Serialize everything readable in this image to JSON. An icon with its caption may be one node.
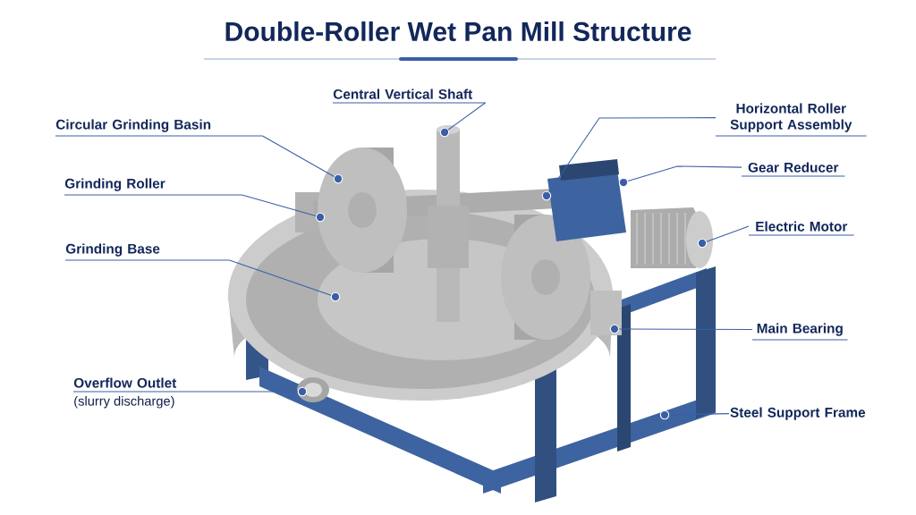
{
  "diagram": {
    "title": "Double-Roller Wet Pan Mill Structure",
    "nodes": [
      {
        "text": [
          "Central Vertical Shaft"
        ]
      },
      {
        "text": [
          "Circular Grinding Basin"
        ]
      },
      {
        "text": [
          "Horizontal Roller Support Assembly"
        ]
      },
      {
        "text": [
          "Gear Reducer"
        ]
      },
      {
        "text": [
          "Grinding Roller"
        ]
      },
      {
        "text": [
          "Electric Motor"
        ]
      },
      {
        "text": [
          "Grinding Base"
        ]
      },
      {
        "text": [
          "Main Bearing"
        ]
      },
      {
        "text": [
          "Overflow Outlet",
          "(slurry discharge)"
        ]
      },
      {
        "text": [
          "Steel Support Frame"
        ]
      },
      {
        "text": [],
        "shape": "circle"
      },
      {
        "text": [],
        "shape": "circle"
      },
      {
        "text": [],
        "shape": "circle"
      },
      {
        "text": [],
        "shape": "circle"
      },
      {
        "text": [],
        "shape": "circle"
      },
      {
        "text": [],
        "shape": "circle"
      },
      {
        "text": [],
        "shape": "circle"
      },
      {
        "text": [],
        "shape": "circle"
      },
      {
        "text": [],
        "shape": "circle"
      },
      {
        "text": [],
        "shape": "circle"
      }
    ],
    "edges": [
      {
        "from": 0,
        "to": 14,
        "arrow": "none"
      },
      {
        "from": 1,
        "to": 13,
        "arrow": "none"
      },
      {
        "from": 2,
        "to": 15,
        "arrow": "none"
      },
      {
        "from": 3,
        "to": 17,
        "arrow": "none"
      },
      {
        "from": 4,
        "to": 11,
        "arrow": "none"
      },
      {
        "from": 5,
        "to": 19,
        "arrow": "none"
      },
      {
        "from": 6,
        "to": 12,
        "arrow": "none"
      },
      {
        "from": 7,
        "to": 16,
        "arrow": "none"
      },
      {
        "from": 8,
        "to": 10,
        "arrow": "none"
      },
      {
        "from": 9,
        "to": 18,
        "arrow": "none"
      }
    ]
  }
}
